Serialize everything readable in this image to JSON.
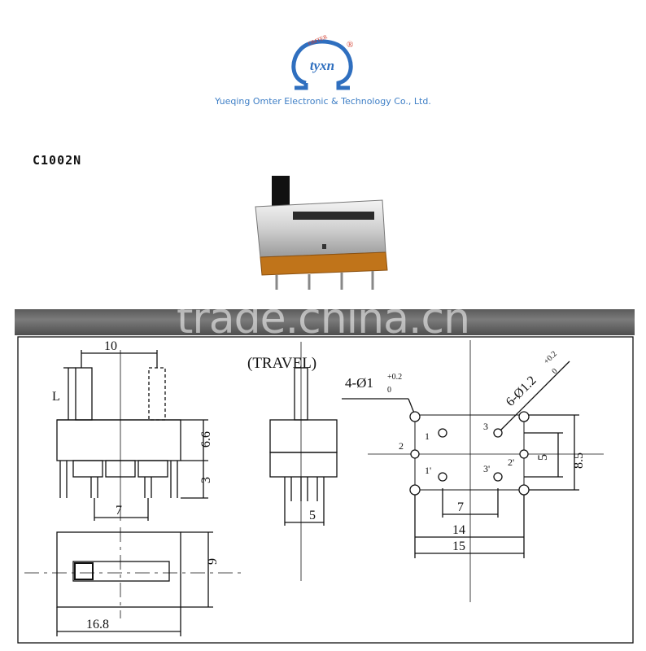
{
  "header": {
    "logo_top_text": "OMTER",
    "logo_main_text": "tyxn",
    "logo_registered": "®",
    "company_name": "Yueqing Omter Electronic & Technology Co., Ltd."
  },
  "product": {
    "model": "C1002N"
  },
  "banner": {
    "watermark": "trade.china.cn"
  },
  "drawing": {
    "travel_label": "(TRAVEL)",
    "dim_travel": "10",
    "dim_L": "L",
    "dim_body_height": "6.6",
    "dim_pin_length": "3",
    "dim_pin_pitch_front": "7",
    "dim_pin_pitch_side": "5",
    "dim_width_top": "9",
    "dim_length_top": "16.8",
    "hole_large": "4-Ø1",
    "hole_large_tol_upper": "+0.2",
    "hole_large_tol_lower": "0",
    "hole_small": "6-Ø1.2",
    "hole_small_tol_upper": "+0.2",
    "hole_small_tol_lower": "0",
    "pin_1": "1",
    "pin_2": "2",
    "pin_3": "3",
    "pin_1p": "1'",
    "pin_2p": "2'",
    "pin_3p": "3'",
    "dim_pcb_7": "7",
    "dim_pcb_14": "14",
    "dim_pcb_15": "15",
    "dim_pcb_5": "5",
    "dim_pcb_8_5": "8.5"
  },
  "colors": {
    "logo_blue": "#2f6fbf",
    "logo_red": "#d23a2a",
    "housing_orange": "#c0741a",
    "banner_gray": "#6a6a6a"
  }
}
